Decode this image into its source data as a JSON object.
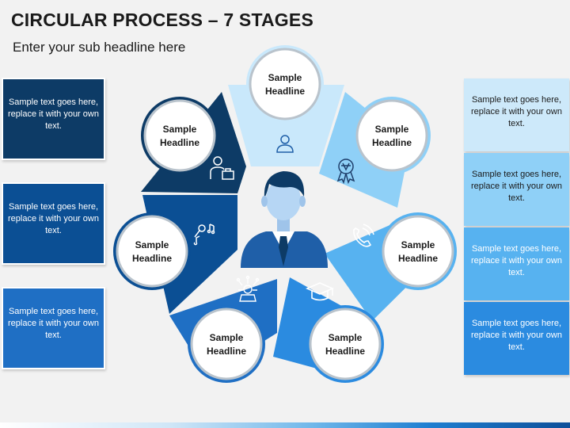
{
  "title": "CIRCULAR PROCESS – 7 STAGES",
  "subtitle": "Enter your sub headline here",
  "colors": {
    "background": "#f2f2f2",
    "navy": "#0d3b66",
    "dark_blue": "#0b4f94",
    "mid_blue": "#1f6fc4",
    "blue": "#2b8be0",
    "light_blue": "#57b2f0",
    "pale_blue": "#8fd0f7",
    "very_pale_blue": "#c9e8fb",
    "circle_ring": "#b9c3cc",
    "person": "#1f5fa8"
  },
  "stages": [
    {
      "line1": "Sample",
      "line2": "Headline",
      "icon": "user-icon",
      "color": "#c9e8fb"
    },
    {
      "line1": "Sample",
      "line2": "Headline",
      "icon": "award-badge-icon",
      "color": "#8fd0f7"
    },
    {
      "line1": "Sample",
      "line2": "Headline",
      "icon": "phone-call-icon",
      "color": "#57b2f0"
    },
    {
      "line1": "Sample",
      "line2": "Headline",
      "icon": "graduation-cap-icon",
      "color": "#2b8be0"
    },
    {
      "line1": "Sample",
      "line2": "Headline",
      "icon": "network-idea-icon",
      "color": "#1f6fc4"
    },
    {
      "line1": "Sample",
      "line2": "Headline",
      "icon": "microphone-music-icon",
      "color": "#0b4f94"
    },
    {
      "line1": "Sample",
      "line2": "Headline",
      "icon": "businessman-briefcase-icon",
      "color": "#0d3b66"
    }
  ],
  "left_boxes": [
    {
      "text": "Sample text goes here, replace it with your own text.",
      "color": "#0d3b66"
    },
    {
      "text": "Sample text goes here, replace it with your own text.",
      "color": "#0b4f94"
    },
    {
      "text": "Sample text goes here, replace it with your own text.",
      "color": "#1f6fc4"
    }
  ],
  "right_boxes": [
    {
      "text": "Sample text goes here, replace it with your own text.",
      "color": "#cde9fa",
      "text_color": "#1a1a1a"
    },
    {
      "text": "Sample text goes here, replace it with your own text.",
      "color": "#8fd0f7",
      "text_color": "#1a1a1a"
    },
    {
      "text": "Sample text goes here, replace it with your own text.",
      "color": "#57b2f0",
      "text_color": "#ffffff"
    },
    {
      "text": "Sample text goes here, replace it with your own text.",
      "color": "#2b8be0",
      "text_color": "#ffffff"
    }
  ],
  "center_icon": "businessman-avatar-icon"
}
